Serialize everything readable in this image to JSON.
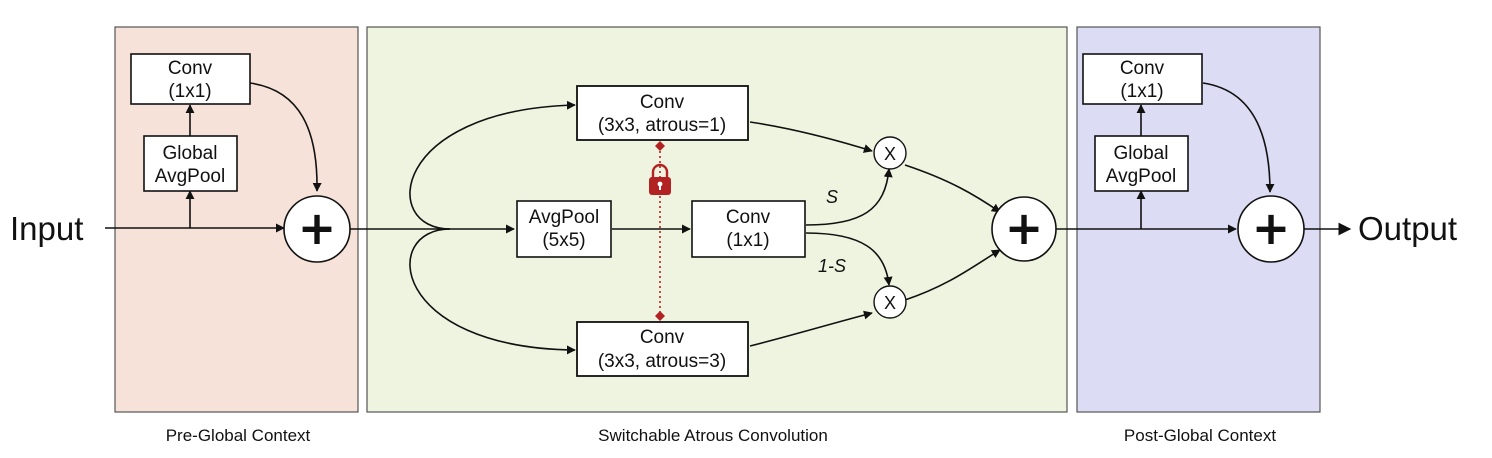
{
  "io": {
    "input": "Input",
    "output": "Output"
  },
  "regions": {
    "pre": {
      "label": "Pre-Global Context",
      "color": "#f6e2d9"
    },
    "sac": {
      "label": "Switchable Atrous Convolution",
      "color": "#eef4df"
    },
    "post": {
      "label": "Post-Global Context",
      "color": "#dcdcf4"
    }
  },
  "pre": {
    "conv": {
      "l1": "Conv",
      "l2": "(1x1)"
    },
    "pool": {
      "l1": "Global",
      "l2": "AvgPool"
    },
    "plus": "+"
  },
  "sac": {
    "conv_top": {
      "l1": "Conv",
      "l2": "(3x3, atrous=1)"
    },
    "avgpool": {
      "l1": "AvgPool",
      "l2": "(5x5)"
    },
    "conv_mid": {
      "l1": "Conv",
      "l2": "(1x1)"
    },
    "conv_bot": {
      "l1": "Conv",
      "l2": "(3x3, atrous=3)"
    },
    "mult_top": "X",
    "mult_bot": "X",
    "plus": "+",
    "s_label": "S",
    "one_minus_s_label": "1-S",
    "lock_color": "#b22222"
  },
  "post": {
    "conv": {
      "l1": "Conv",
      "l2": "(1x1)"
    },
    "pool": {
      "l1": "Global",
      "l2": "AvgPool"
    },
    "plus": "+"
  }
}
